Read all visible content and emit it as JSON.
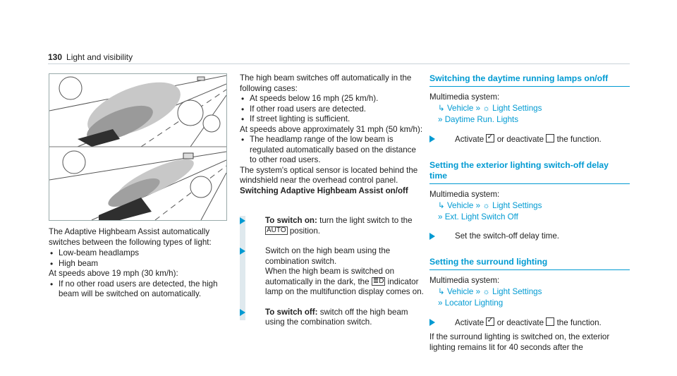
{
  "header": {
    "page_number": "130",
    "title": "Light and visibility"
  },
  "col1": {
    "intro": "The Adaptive Highbeam Assist automatically switches between the following types of light:",
    "light_types": [
      "Low-beam headlamps",
      "High beam"
    ],
    "speed_text": "At speeds above 19 mph (30 km/h):",
    "speed_bullets": [
      "If no other road users are detected, the high beam will be switched on automatically."
    ]
  },
  "col2": {
    "intro": "The high beam switches off automatically in the following cases:",
    "cases": [
      "At speeds below 16 mph (25 km/h).",
      "If other road users are detected.",
      "If street lighting is sufficient."
    ],
    "speed_text": "At speeds above approximately 31 mph (50 km/h):",
    "speed_bullets": [
      "The headlamp range of the low beam is regulated automatically based on the distance to other road users."
    ],
    "sensor_text": "The system's optical sensor is located behind the windshield near the overhead control panel.",
    "switching_title": "Switching Adaptive Highbeam Assist on/off",
    "step1_bold": "To switch on:",
    "step1_text": "turn the light switch to the",
    "step1_symbol": "AUTO",
    "step1_tail": "position.",
    "step2_text": "Switch on the high beam using the combination switch.",
    "step2_text2": "When the high beam is switched on automatically in the dark, the",
    "step2_symbol": "≣D",
    "step2_tail": "indicator lamp on the multifunction display comes on.",
    "step3_bold": "To switch off:",
    "step3_text": "switch off the high beam using the combination switch."
  },
  "col3": {
    "sec1": {
      "title": "Switching the daytime running lamps on/off",
      "lead": "Multimedia system:",
      "path1": "Vehicle",
      "path2": "Light Settings",
      "path3": "Daytime Run. Lights",
      "step_pre": "Activate",
      "step_mid": "or deactivate",
      "step_post": "the function."
    },
    "sec2": {
      "title": "Setting the exterior lighting switch-off delay time",
      "lead": "Multimedia system:",
      "path1": "Vehicle",
      "path2": "Light Settings",
      "path3": "Ext. Light Switch Off",
      "step": "Set the switch-off delay time."
    },
    "sec3": {
      "title": "Setting the surround lighting",
      "lead": "Multimedia system:",
      "path1": "Vehicle",
      "path2": "Light Settings",
      "path3": "Locator Lighting",
      "step_pre": "Activate",
      "step_mid": "or deactivate",
      "step_post": "the function.",
      "note": "If the surround lighting is switched on, the exterior lighting remains lit for 40 seconds after the"
    }
  },
  "icons": {
    "arrow": "arrow-right-icon",
    "path_hook": "return-arrow-icon",
    "path_sep": "double-chevron-icon",
    "light": "headlamp-icon"
  }
}
